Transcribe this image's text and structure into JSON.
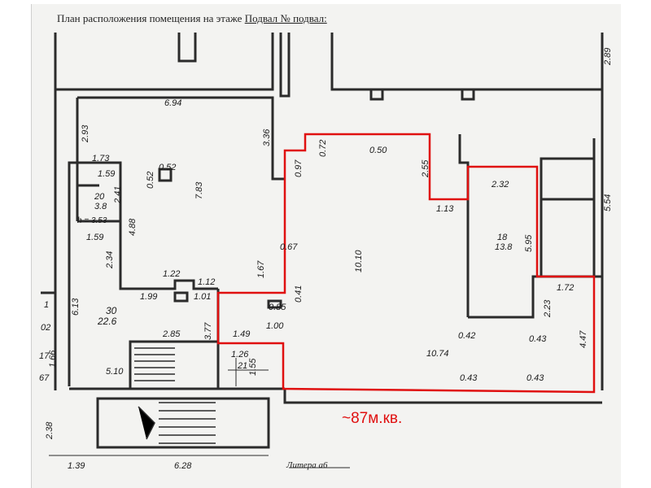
{
  "title": {
    "prefix": "План расположения помещения на этаже ",
    "floor": "Подвал № подвал:"
  },
  "labels": {
    "d_694": "6.94",
    "d_293": "2.93",
    "d_336": "3.36",
    "d_072": "0.72",
    "d_050": "0.50",
    "d_097": "0.97",
    "d_255": "2.55",
    "d_232": "2.32",
    "d_554": "5.54",
    "d_289": "2.89",
    "d_173": "1.73",
    "d_159a": "1.59",
    "d_052a": "0.52",
    "d_052b": "0.52",
    "d_783": "7.83",
    "d_241": "2.41",
    "r20_num": "20",
    "r20_area": "3.8",
    "h_label": "h = 3.53",
    "d_159b": "1.59",
    "d_488": "4.88",
    "d_113": "1.13",
    "d_1010": "10.10",
    "r18_num": "18",
    "r18_area": "13.8",
    "d_595": "5.95",
    "d_067": "0.67",
    "d_234": "2.34",
    "d_122": "1.22",
    "d_167": "1.67",
    "d_199": "1.99",
    "d_112": "1.12",
    "d_101": "1.01",
    "d_085": "0.85",
    "d_041": "0.41",
    "d_172": "1.72",
    "d_613": "6.13",
    "r30_num": "30",
    "r30_area": "22.6",
    "d_223": "2.23",
    "d_285": "2.85",
    "d_377": "3.77",
    "d_149": "1.49",
    "d_100": "1.00",
    "d_042": "0.42",
    "d_043a": "0.43",
    "d_447": "4.47",
    "d_126": "1.26",
    "d_21": "21",
    "d_155": "1.55",
    "d_1074": "10.74",
    "d_510": "5.10",
    "d_043b": "0.43",
    "d_043c": "0.43",
    "d_02": "02",
    "d_1": "1",
    "d_17": "17",
    "d_166": "1.66",
    "d_67": "67",
    "d_238": "2.38",
    "d_139": "1.39",
    "d_628": "6.28",
    "litera": "Литера а6",
    "area_note": "~87м.кв."
  },
  "colors": {
    "wall": "#2b2b2b",
    "highlight": "#e01010",
    "paper": "#f3f3f1"
  }
}
